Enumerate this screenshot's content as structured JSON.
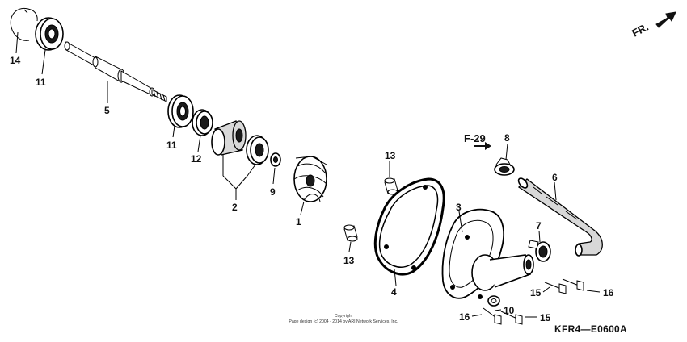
{
  "figure": {
    "front_marker": "FR.",
    "reference": "F-29",
    "diagram_code": "KFR4—E0600A",
    "copyright_line1": "Copyright",
    "copyright_line2": "Page design (c) 2004 - 2014 by ARI Network Services, Inc."
  },
  "callouts": {
    "c14": "14",
    "c11a": "11",
    "c5": "5",
    "c11b": "11",
    "c12": "12",
    "c2": "2",
    "c9": "9",
    "c1": "1",
    "c13a": "13",
    "c13b": "13",
    "c4": "4",
    "c3": "3",
    "c8": "8",
    "c6": "6",
    "c7": "7",
    "c10": "10",
    "c15a": "15",
    "c16a": "16",
    "c16b": "16",
    "c15b": "15"
  }
}
